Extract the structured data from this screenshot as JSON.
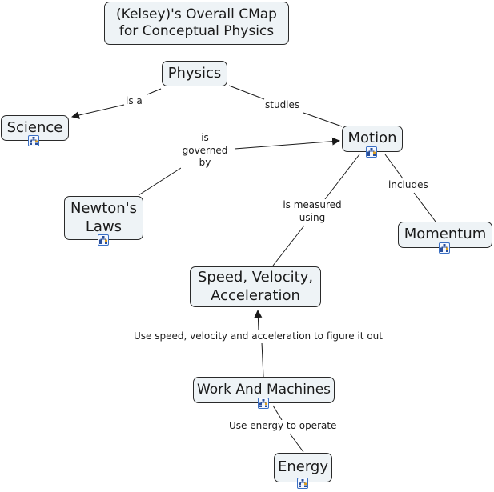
{
  "title": "(Kelsey)'s Overall CMap\nfor Conceptual Physics",
  "colors": {
    "node_fill": "#eef3f6",
    "node_border": "#2a2a2a",
    "link": "#1a1a1a",
    "icon_border": "#3a6fc4"
  },
  "concepts": {
    "physics": {
      "label": "Physics",
      "has_submap": false
    },
    "science": {
      "label": "Science",
      "has_submap": true
    },
    "motion": {
      "label": "Motion",
      "has_submap": true
    },
    "newtons_laws": {
      "label": "Newton's\nLaws",
      "has_submap": true
    },
    "momentum": {
      "label": "Momentum",
      "has_submap": true
    },
    "speed_velocity_acceleration": {
      "label": "Speed, Velocity,\nAcceleration",
      "has_submap": false
    },
    "work_and_machines": {
      "label": "Work And Machines",
      "has_submap": true
    },
    "energy": {
      "label": "Energy",
      "has_submap": true
    }
  },
  "links": [
    {
      "from": "Physics",
      "to": "Science",
      "label": "is a",
      "arrow": true
    },
    {
      "from": "Physics",
      "to": "Motion",
      "label": "studies",
      "arrow": false
    },
    {
      "from": "Newton's Laws",
      "to": "Motion",
      "label": "is\ngoverned\nby",
      "arrow": true
    },
    {
      "from": "Motion",
      "to": "Speed, Velocity, Acceleration",
      "label": "is measured\nusing",
      "arrow": false
    },
    {
      "from": "Motion",
      "to": "Momentum",
      "label": "includes",
      "arrow": false
    },
    {
      "from": "Work And Machines",
      "to": "Speed, Velocity, Acceleration",
      "label": "Use speed, velocity and acceleration to figure it out",
      "arrow": true
    },
    {
      "from": "Work And Machines",
      "to": "Energy",
      "label": "Use energy to operate",
      "arrow": false
    }
  ]
}
